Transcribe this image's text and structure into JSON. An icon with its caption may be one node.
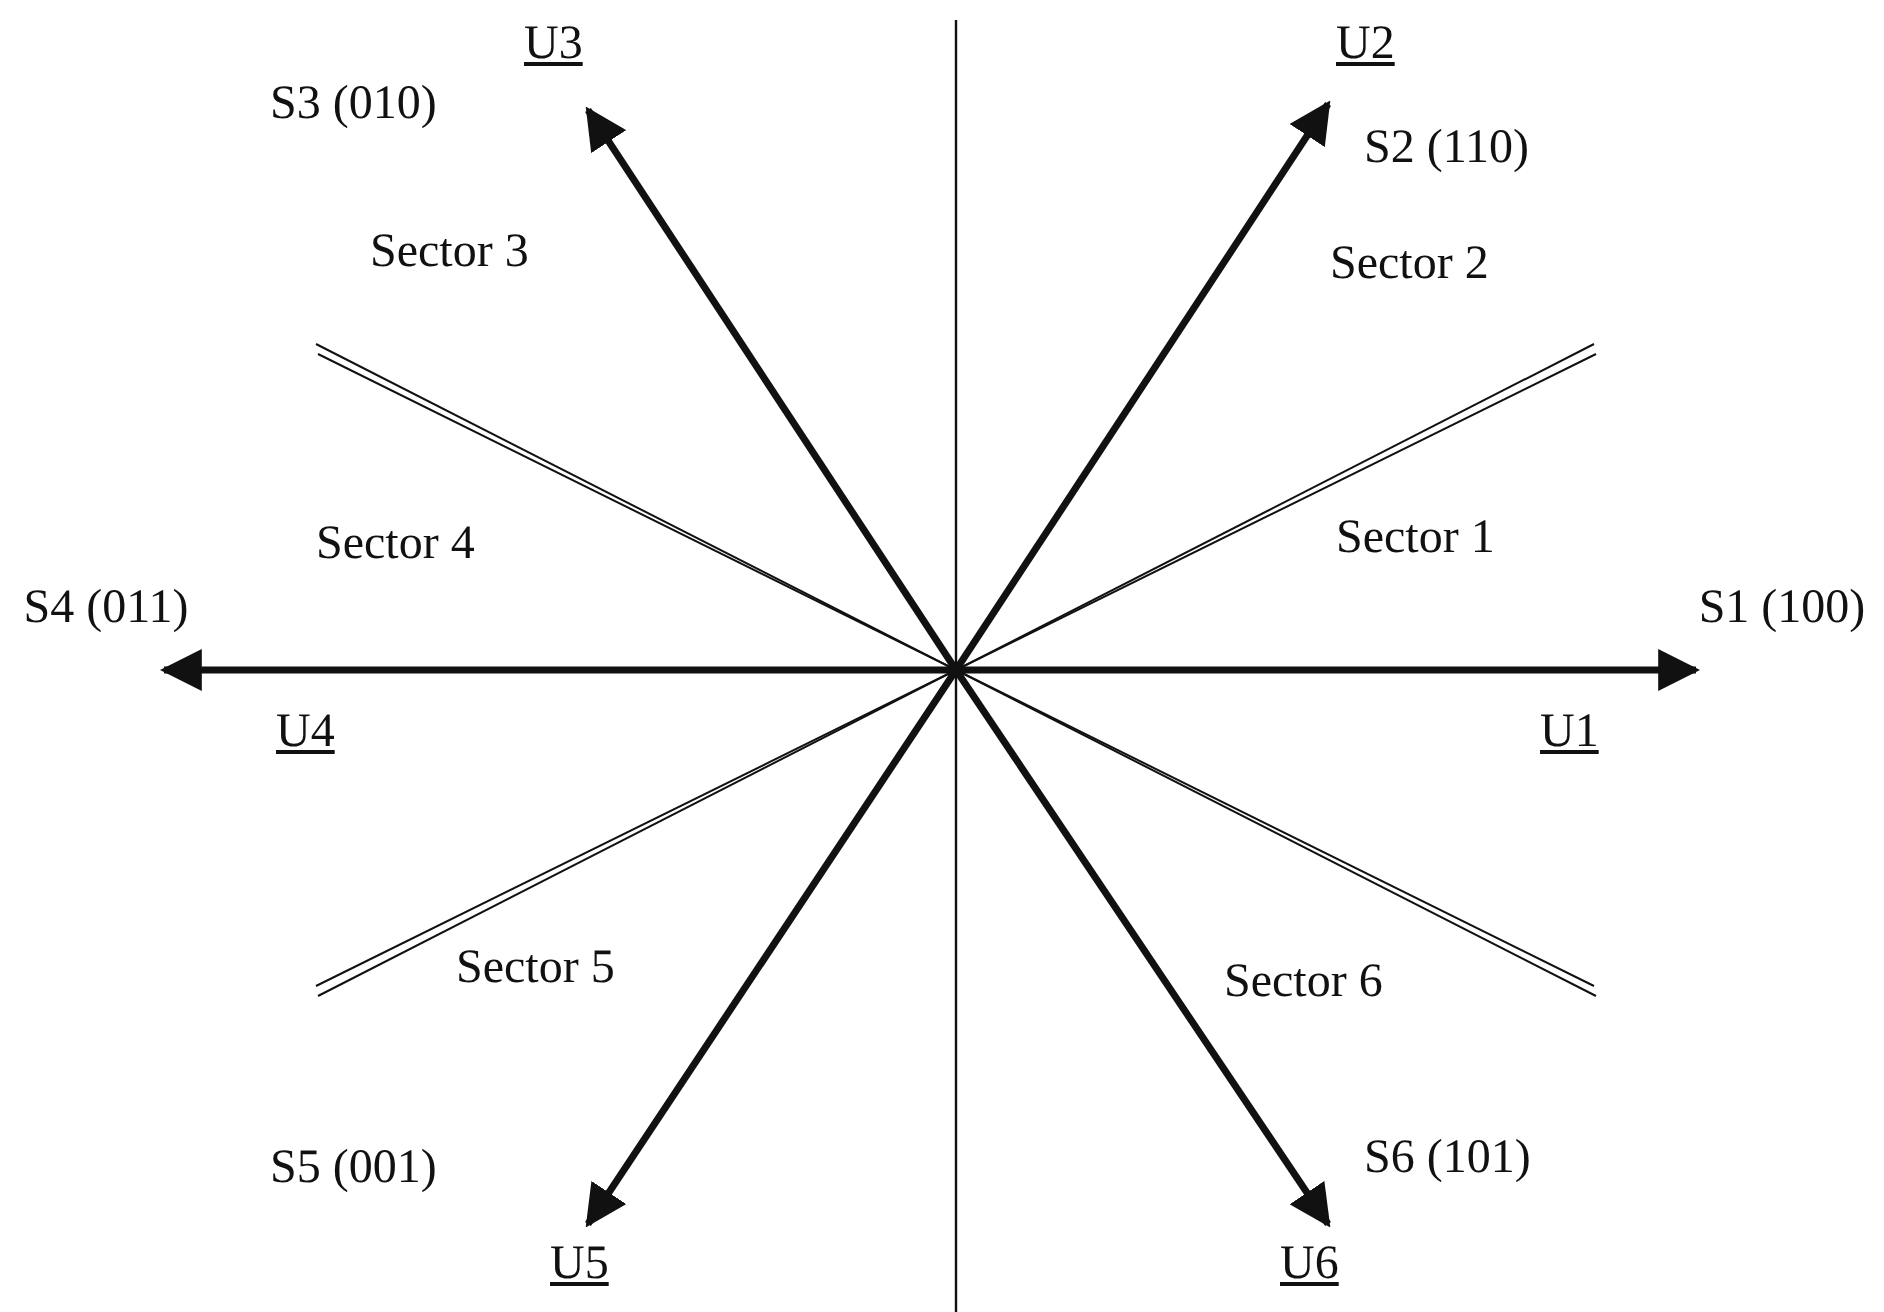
{
  "diagram": {
    "labels": [
      "U3",
      "U2",
      "S3 (010)",
      "S2 (110)",
      "Sector 3",
      "Sector 2",
      "Sector 4",
      "Sector 1",
      "S4 (011)",
      "S1 (100)",
      "U4",
      "U1",
      "Sector 5",
      "Sector 6",
      "S5 (001)",
      "S6 (101)",
      "U5",
      "U6"
    ]
  }
}
